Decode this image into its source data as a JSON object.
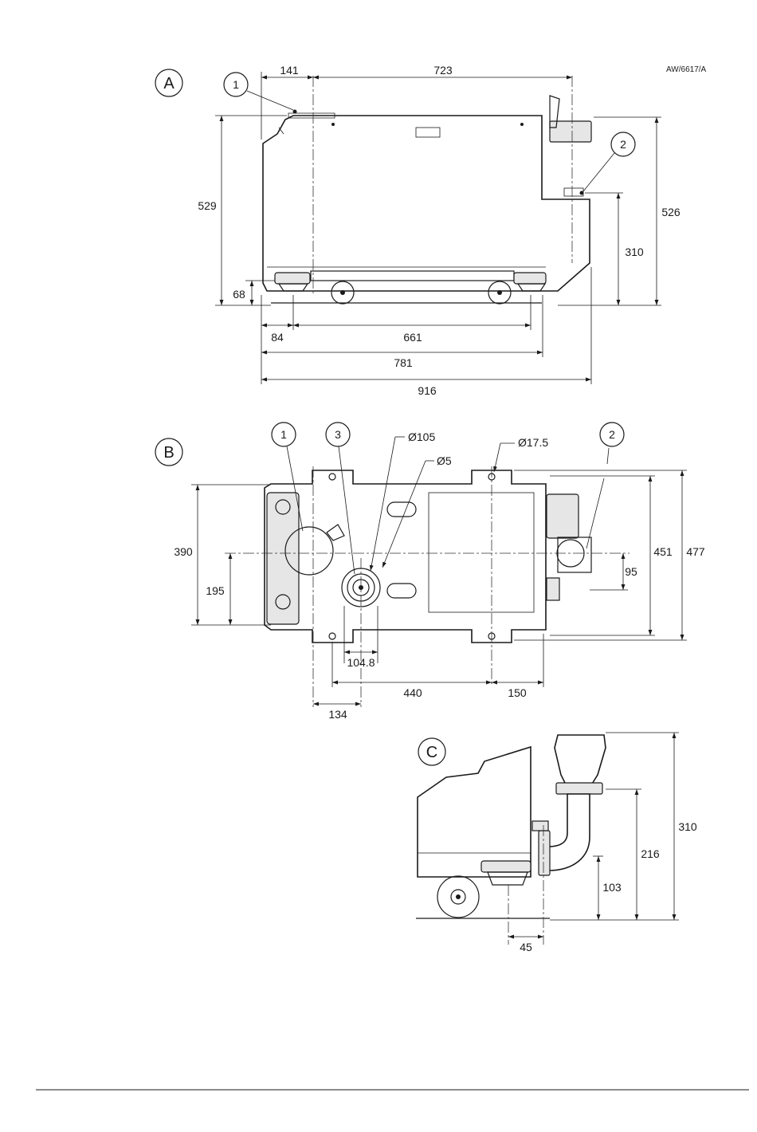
{
  "drawing_ref": "AW/6617/A",
  "view_labels": {
    "a": "A",
    "b": "B",
    "c": "C"
  },
  "callouts": {
    "one": "1",
    "two": "2",
    "three": "3"
  },
  "view_a": {
    "dims": {
      "d141": "141",
      "d723": "723",
      "d529": "529",
      "d526": "526",
      "d310": "310",
      "d68": "68",
      "d84": "84",
      "d661": "661",
      "d781": "781",
      "d916": "916"
    }
  },
  "view_b": {
    "dims": {
      "dia105": "Ø105",
      "dia5": "Ø5",
      "dia17": "Ø17.5",
      "d390": "390",
      "d195": "195",
      "d451": "451",
      "d477": "477",
      "d95": "95",
      "d104": "104.8",
      "d440": "440",
      "d150": "150",
      "d134": "134"
    }
  },
  "view_c": {
    "dims": {
      "d310": "310",
      "d216": "216",
      "d103": "103",
      "d45": "45"
    }
  },
  "colors": {
    "line": "#1a1a1a",
    "paper": "#ffffff",
    "shade": "#e6e6e6"
  }
}
